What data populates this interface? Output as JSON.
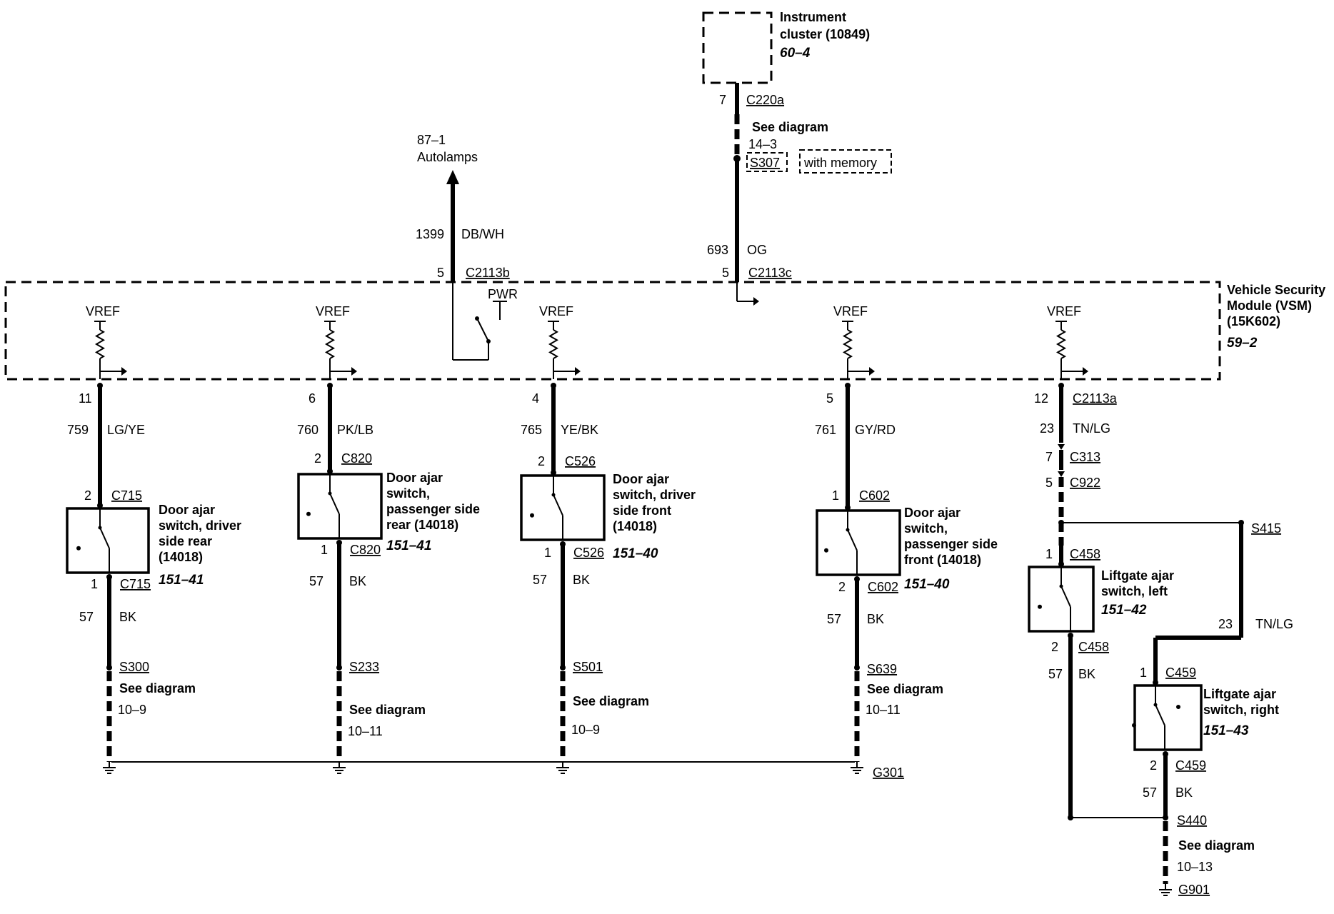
{
  "instrument_cluster": {
    "name": "Instrument",
    "name2": "cluster (10849)",
    "ref": "60–4",
    "pin": "7",
    "connector": "C220a"
  },
  "see_diagram_top": {
    "text": "See diagram",
    "ref": "14–3",
    "splice": "S307",
    "option": "with memory"
  },
  "autolamps": {
    "ref": "87–1",
    "name": "Autolamps"
  },
  "wire_1399": {
    "circuit": "1399",
    "color": "DB/WH",
    "pin": "5",
    "connector": "C2113b"
  },
  "wire_693": {
    "circuit": "693",
    "color": "OG",
    "pin": "5",
    "connector": "C2113c"
  },
  "pwr_label": "PWR",
  "vsm": {
    "line1": "Vehicle Security",
    "line2": "Module (VSM)",
    "line3": "(15K602)",
    "ref": "59–2"
  },
  "vref": "VREF",
  "branches": [
    {
      "vsm_pin": "11",
      "circuit": "759",
      "color": "LG/YE",
      "in_pin": "2",
      "in_conn": "C715",
      "label": [
        "Door ajar",
        "switch, driver",
        "side rear",
        "(14018)"
      ],
      "ref": "151–41",
      "out_pin": "1",
      "out_conn": "C715",
      "gnd_circuit": "57",
      "gnd_color": "BK",
      "splice": "S300",
      "see": "See diagram",
      "see_ref": "10–9"
    },
    {
      "vsm_pin": "6",
      "circuit": "760",
      "color": "PK/LB",
      "in_pin": "2",
      "in_conn": "C820",
      "label": [
        "Door ajar",
        "switch,",
        "passenger side",
        "rear (14018)"
      ],
      "ref": "151–41",
      "out_pin": "1",
      "out_conn": "C820",
      "gnd_circuit": "57",
      "gnd_color": "BK",
      "splice": "S233",
      "see": "See diagram",
      "see_ref": "10–11"
    },
    {
      "vsm_pin": "4",
      "circuit": "765",
      "color": "YE/BK",
      "in_pin": "2",
      "in_conn": "C526",
      "label": [
        "Door ajar",
        "switch, driver",
        "side front",
        "(14018)"
      ],
      "ref": "151–40",
      "out_pin": "1",
      "out_conn": "C526",
      "gnd_circuit": "57",
      "gnd_color": "BK",
      "splice": "S501",
      "see": "See diagram",
      "see_ref": "10–9"
    },
    {
      "vsm_pin": "5",
      "circuit": "761",
      "color": "GY/RD",
      "in_pin": "1",
      "in_conn": "C602",
      "label": [
        "Door ajar",
        "switch,",
        "passenger side",
        "front (14018)"
      ],
      "ref": "151–40",
      "out_pin": "2",
      "out_conn": "C602",
      "gnd_circuit": "57",
      "gnd_color": "BK",
      "splice": "S639",
      "see": "See diagram",
      "see_ref": "10–11"
    }
  ],
  "ground_g301": "G301",
  "liftgate": {
    "vsm_pin": "12",
    "vsm_conn": "C2113a",
    "circuit": "23",
    "color": "TN/LG",
    "c313_pin": "7",
    "c313": "C313",
    "c922_pin": "5",
    "c922": "C922",
    "splice_s415": "S415",
    "left": {
      "in_pin": "1",
      "in_conn": "C458",
      "label": [
        "Liftgate ajar",
        "switch, left"
      ],
      "ref": "151–42",
      "out_pin": "2",
      "out_conn": "C458",
      "gnd_circuit": "57",
      "gnd_color": "BK"
    },
    "right_wire": {
      "circuit": "23",
      "color": "TN/LG"
    },
    "right": {
      "in_pin": "1",
      "in_conn": "C459",
      "label": [
        "Liftgate ajar",
        "switch, right"
      ],
      "ref": "151–43",
      "out_pin": "2",
      "out_conn": "C459",
      "gnd_circuit": "57",
      "gnd_color": "BK"
    },
    "splice_s440": "S440",
    "see": "See diagram",
    "see_ref": "10–13",
    "ground": "G901"
  }
}
